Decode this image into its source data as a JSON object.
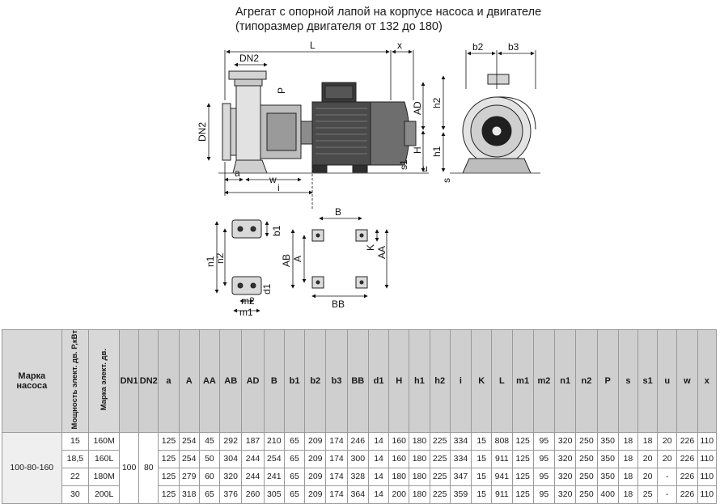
{
  "title": {
    "line1": "Агрегат с опорной лапой на корпусе насоса и двигателе",
    "line2": "(типоразмер двигателя от 132 до 180)"
  },
  "labels": {
    "L": "L",
    "x": "x",
    "DN2_top": "DN2",
    "DN2_side": "DN2",
    "P": "P",
    "AD": "AD",
    "H": "H",
    "s1": "s1",
    "u": "u",
    "a": "a",
    "w": "w",
    "i": "i",
    "b2": "b2",
    "b3": "b3",
    "h2": "h2",
    "h1": "h1",
    "s": "s",
    "b1": "b1",
    "n1": "n1",
    "n2": "n2",
    "m2": "m2",
    "m1": "m1",
    "d1": "d1",
    "B": "B",
    "AB": "AB",
    "A": "A",
    "K": "K",
    "AA": "AA",
    "BB": "BB"
  },
  "table": {
    "headers": {
      "brand": "Марка насоса",
      "power": "Мощность элект. дв. Р,кВт",
      "motor": "Марка элект. дв.",
      "cols": [
        "DN1",
        "DN2",
        "a",
        "A",
        "AA",
        "AB",
        "AD",
        "B",
        "b1",
        "b2",
        "b3",
        "BB",
        "d1",
        "H",
        "h1",
        "h2",
        "i",
        "K",
        "L",
        "m1",
        "m2",
        "n1",
        "n2",
        "P",
        "s",
        "s1",
        "u",
        "w",
        "x"
      ]
    },
    "pump": "100-80-160",
    "dn1": "100",
    "dn2": "80",
    "rows": [
      {
        "power": "15",
        "motor": "160M",
        "a": "125",
        "A": "254",
        "AA": "45",
        "AB": "292",
        "AD": "187",
        "B": "210",
        "b1": "65",
        "b2": "209",
        "b3": "174",
        "BB": "246",
        "d1": "14",
        "H": "160",
        "h1": "180",
        "h2": "225",
        "i": "334",
        "K": "15",
        "L": "808",
        "m1": "125",
        "m2": "95",
        "n1": "320",
        "n2": "250",
        "P": "350",
        "s": "18",
        "s1": "18",
        "u": "20",
        "w": "226",
        "x": "110"
      },
      {
        "power": "18,5",
        "motor": "160L",
        "a": "125",
        "A": "254",
        "AA": "50",
        "AB": "304",
        "AD": "244",
        "B": "254",
        "b1": "65",
        "b2": "209",
        "b3": "174",
        "BB": "300",
        "d1": "14",
        "H": "160",
        "h1": "180",
        "h2": "225",
        "i": "334",
        "K": "15",
        "L": "911",
        "m1": "125",
        "m2": "95",
        "n1": "320",
        "n2": "250",
        "P": "350",
        "s": "18",
        "s1": "20",
        "u": "20",
        "w": "226",
        "x": "110"
      },
      {
        "power": "22",
        "motor": "180M",
        "a": "125",
        "A": "279",
        "AA": "60",
        "AB": "320",
        "AD": "244",
        "B": "241",
        "b1": "65",
        "b2": "209",
        "b3": "174",
        "BB": "328",
        "d1": "14",
        "H": "180",
        "h1": "180",
        "h2": "225",
        "i": "347",
        "K": "15",
        "L": "941",
        "m1": "125",
        "m2": "95",
        "n1": "320",
        "n2": "250",
        "P": "350",
        "s": "18",
        "s1": "20",
        "u": "-",
        "w": "226",
        "x": "110"
      },
      {
        "power": "30",
        "motor": "200L",
        "a": "125",
        "A": "318",
        "AA": "65",
        "AB": "376",
        "AD": "260",
        "B": "305",
        "b1": "65",
        "b2": "209",
        "b3": "174",
        "BB": "364",
        "d1": "14",
        "H": "200",
        "h1": "180",
        "h2": "225",
        "i": "359",
        "K": "15",
        "L": "911",
        "m1": "125",
        "m2": "95",
        "n1": "320",
        "n2": "250",
        "P": "400",
        "s": "18",
        "s1": "25",
        "u": "-",
        "w": "226",
        "x": "110"
      }
    ]
  }
}
